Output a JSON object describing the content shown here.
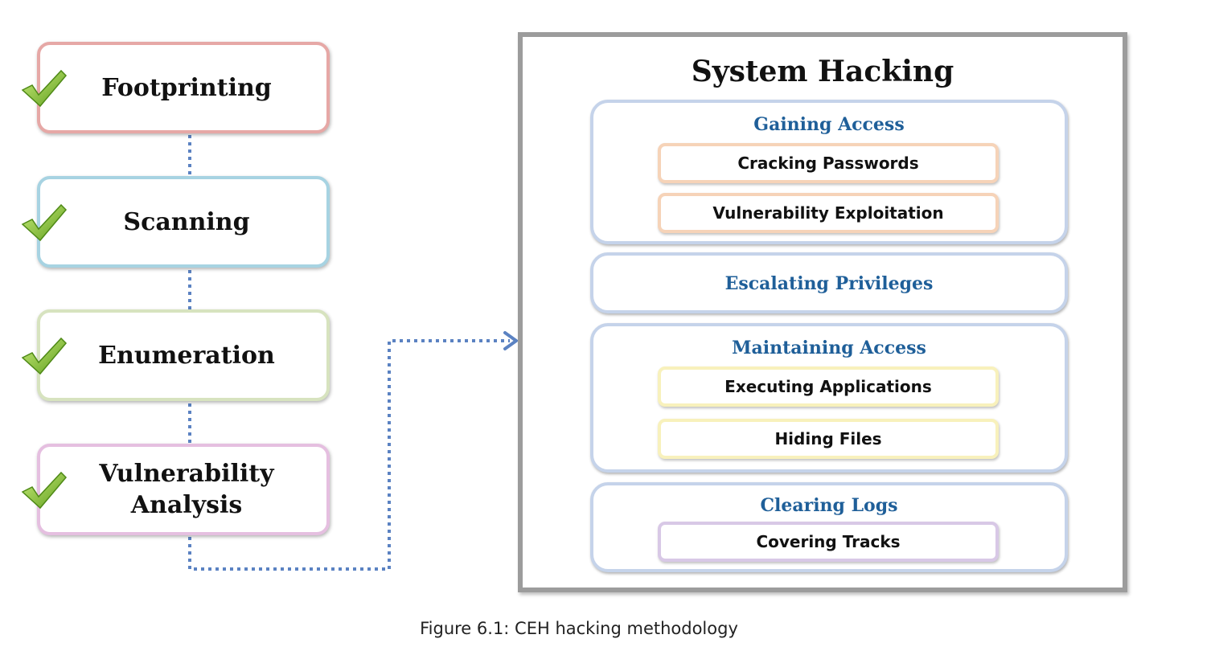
{
  "phases": [
    {
      "label": "Footprinting",
      "border": "#e6a8a6",
      "checked": true
    },
    {
      "label": "Scanning",
      "border": "#a7d3e2",
      "checked": true
    },
    {
      "label": "Enumeration",
      "border": "#d7e3bf",
      "checked": true
    },
    {
      "label": "Vulnerability Analysis",
      "border": "#e5bfe0",
      "checked": true
    }
  ],
  "system": {
    "title": "System Hacking",
    "stages": [
      {
        "title": "Gaining Access",
        "steps": [
          "Cracking Passwords",
          "Vulnerability Exploitation"
        ]
      },
      {
        "title": "Escalating Privileges",
        "steps": []
      },
      {
        "title": "Maintaining Access",
        "steps": [
          "Executing Applications",
          "Hiding Files"
        ]
      },
      {
        "title": "Clearing Logs",
        "steps": [
          "Covering Tracks"
        ]
      }
    ]
  },
  "caption": "Figure 6.1: CEH hacking methodology",
  "colors": {
    "connector": "#5b82c2",
    "stage_title": "#1f5f99",
    "check_green": "#8cc63f"
  },
  "icons": {
    "phase_check": "checkmark-icon",
    "flow_arrow": "chevron-arrow-icon"
  }
}
